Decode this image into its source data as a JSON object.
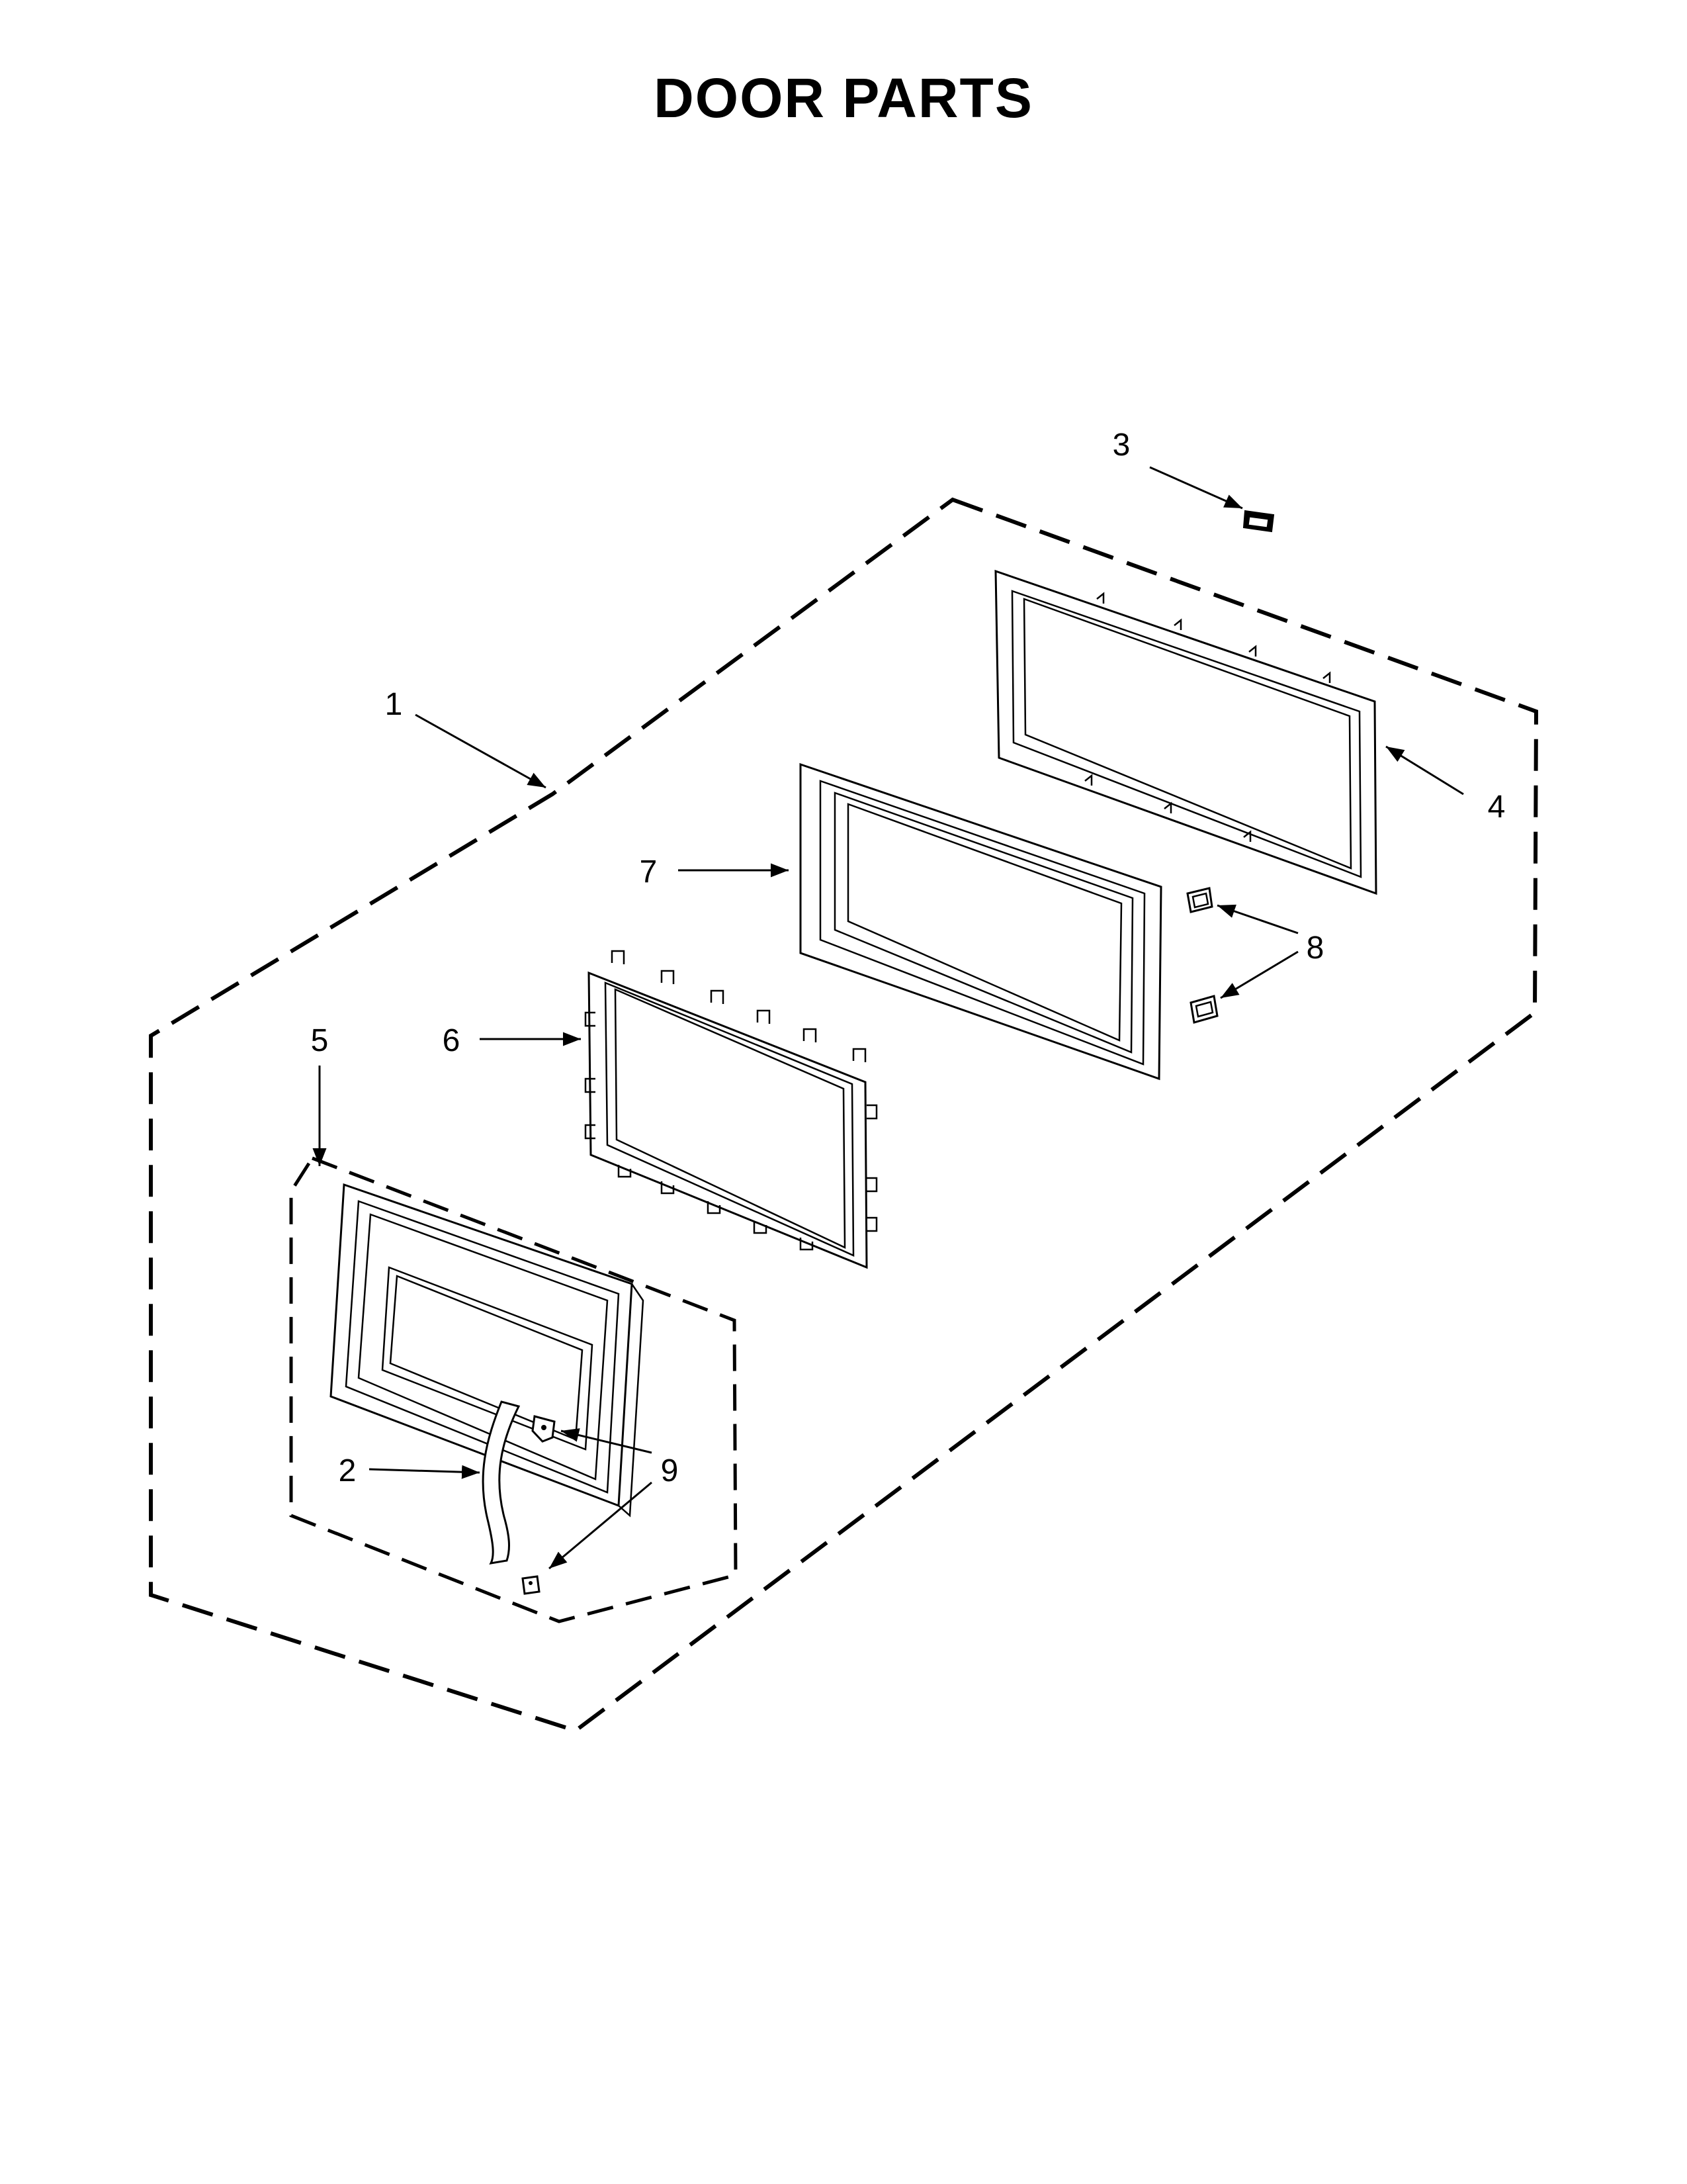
{
  "title": "DOOR PARTS",
  "callouts": [
    "1",
    "2",
    "3",
    "4",
    "5",
    "6",
    "7",
    "8",
    "9"
  ]
}
